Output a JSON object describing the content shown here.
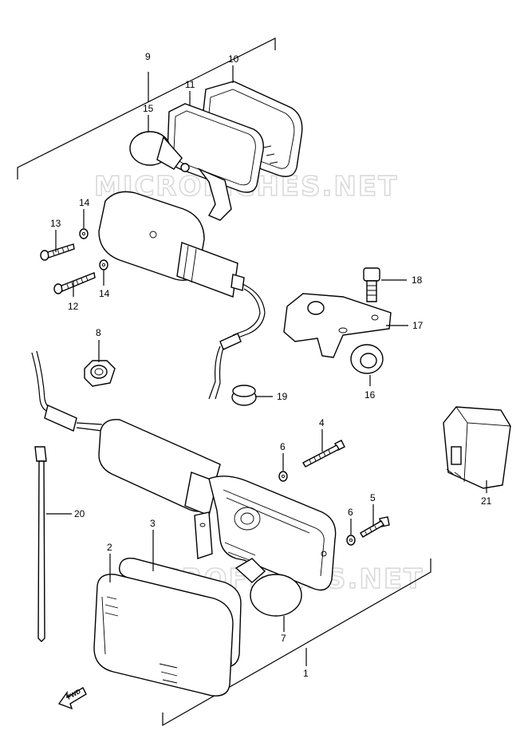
{
  "watermark": {
    "text_top": "MICROFICHES.NET",
    "text_bottom": "MICROFICHES.NET"
  },
  "direction_label": "FWD",
  "callouts": [
    {
      "id": "c9",
      "label": "9"
    },
    {
      "id": "c10",
      "label": "10"
    },
    {
      "id": "c11",
      "label": "11"
    },
    {
      "id": "c15",
      "label": "15"
    },
    {
      "id": "c14a",
      "label": "14"
    },
    {
      "id": "c13",
      "label": "13"
    },
    {
      "id": "c12",
      "label": "12"
    },
    {
      "id": "c14b",
      "label": "14"
    },
    {
      "id": "c18",
      "label": "18"
    },
    {
      "id": "c17",
      "label": "17"
    },
    {
      "id": "c8",
      "label": "8"
    },
    {
      "id": "c16",
      "label": "16"
    },
    {
      "id": "c19",
      "label": "19"
    },
    {
      "id": "c4",
      "label": "4"
    },
    {
      "id": "c6a",
      "label": "6"
    },
    {
      "id": "c21",
      "label": "21"
    },
    {
      "id": "c20",
      "label": "20"
    },
    {
      "id": "c3",
      "label": "3"
    },
    {
      "id": "c2",
      "label": "2"
    },
    {
      "id": "c5",
      "label": "5"
    },
    {
      "id": "c6b",
      "label": "6"
    },
    {
      "id": "c7",
      "label": "7"
    },
    {
      "id": "c1",
      "label": "1"
    }
  ]
}
